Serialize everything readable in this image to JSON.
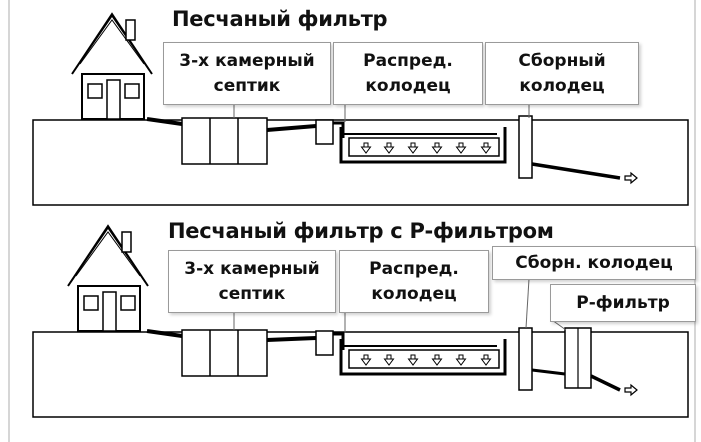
{
  "diagrams": [
    {
      "title": "Песчаный фильтр",
      "labels": [
        "3-х камерный\nсептик",
        "Распред.\nколодец",
        "Сборный\nколодец"
      ]
    },
    {
      "title": "Песчаный фильтр с Р-фильтром",
      "labels": [
        "3-х камерный\nсептик",
        "Распред.\nколодец",
        "Сборн.  колодец",
        "Р-фильтр"
      ]
    }
  ],
  "colors": {
    "line": "#000000",
    "label_border": "#9a9a9a",
    "frame": "#d6d6d6"
  }
}
